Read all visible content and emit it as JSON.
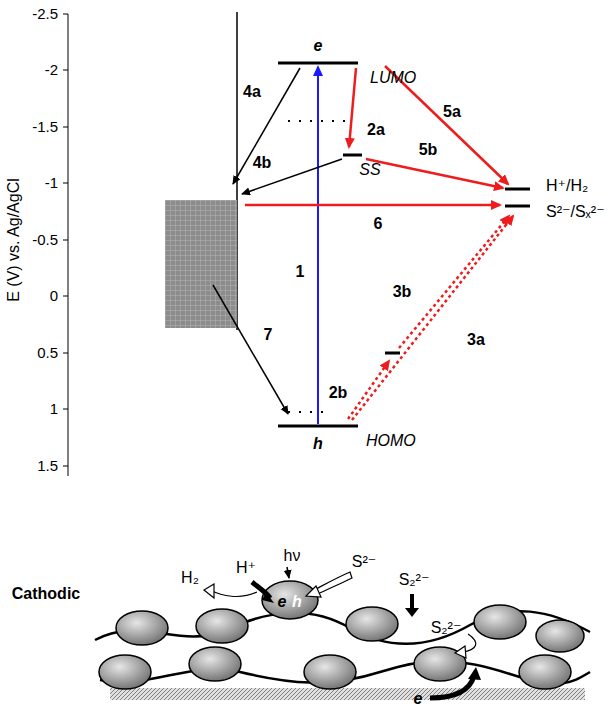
{
  "diagram": {
    "labels": [
      "E (V) vs. Ag/AgCl",
      "-2.5",
      "-2",
      "-1.5",
      "-1",
      "-0.5",
      "0",
      "0.5",
      "1",
      "1.5",
      "e",
      "LUMO",
      "SS",
      "H⁺/H₂",
      "S²⁻/Sₓ²⁻",
      "h",
      "HOMO",
      "4a",
      "2a",
      "5a",
      "4b",
      "5b",
      "6",
      "1",
      "3b",
      "3a",
      "7",
      "2b",
      "Cathodic",
      "H⁺",
      "hν",
      "S²⁻",
      "S₂²⁻",
      "H₂",
      "e",
      "h",
      "S₂²⁻",
      "e"
    ]
  }
}
